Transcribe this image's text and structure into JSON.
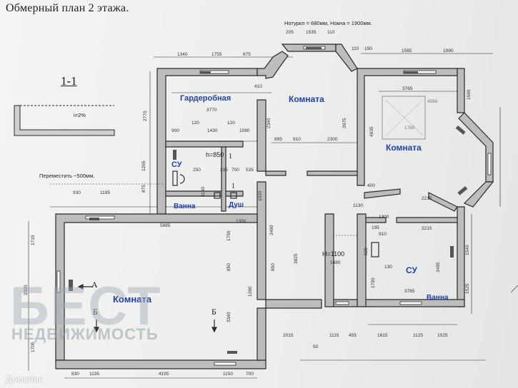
{
  "document": {
    "title": "Обмерный план 2 этажа.",
    "section_label": "1-1",
    "height_note": "Нотуркл = 680мм, Нокна = 1900мм.",
    "move_note": "Переместить ~500мм.",
    "slope_note": "i=2%",
    "sill_height_1": "h=850",
    "sill_height_2": "H=1100"
  },
  "rooms": {
    "wardrobe": "Гардеробная",
    "room_top": "Комната",
    "room_right": "Комната",
    "room_left": "Комната",
    "wc_left": "СУ",
    "bath_left": "Ванна",
    "shower": "Душ",
    "wc_right": "СУ",
    "bath_right": "Ванна"
  },
  "marks": {
    "a": "А",
    "b1": "Б",
    "b2": "Б",
    "one1": "1",
    "one2": "1"
  },
  "dims": {
    "d1340": "1340",
    "d1755": "1755",
    "d675": "675",
    "d205": "205",
    "d1535": "1535",
    "d110a": "110",
    "d110b": "110",
    "d190a": "190",
    "d1585": "1585",
    "d1990": "1990",
    "d410": "410",
    "d3770": "3770",
    "d2770": "2770",
    "d3765a": "3765",
    "d1590": "1590",
    "d900": "900",
    "d120a": "120",
    "d1430": "1430",
    "d120b": "120",
    "d1080": "1080",
    "d895": "895",
    "d910": "910",
    "d2300": "2300",
    "d3975": "3975",
    "d4935": "4935",
    "d1265": "1265",
    "d875": "875",
    "d250": "250",
    "d235": "235",
    "d700": "700",
    "d535": "535",
    "d1140": "1140",
    "d1020": "1020",
    "d930": "930",
    "d1195": "1195",
    "d5885": "5885",
    "d1350": "1350",
    "d3480": "3480",
    "d1750": "1750",
    "d3825": "3825",
    "d1715": "1715",
    "d2320": "2320",
    "d1705": "1705",
    "d850a": "850",
    "d850b": "850",
    "d1280": "1280",
    "d3340": "3340",
    "d2015": "2015",
    "d1115": "1115",
    "d455": "455",
    "d1615": "1615",
    "d1125": "1125",
    "d1025": "1025",
    "d830": "830",
    "d1135": "1135",
    "d4195": "4195",
    "d1150": "1150",
    "d700b": "700",
    "d50": "50",
    "d2215a": "2215",
    "d2215b": "2215",
    "d1300": "1300",
    "d910b": "910",
    "d195": "195",
    "d1680": "1680",
    "d825": "825",
    "d130": "130",
    "d1790": "1790",
    "d3495": "3495",
    "d1540": "1540",
    "d1525": "1525",
    "d3765b": "3765",
    "d400": "400",
    "d2340": "2340",
    "d1130": "1130",
    "d4565": "4565",
    "d1760": "1760"
  },
  "colors": {
    "wall": "#2a2a2a",
    "room_label": "#1f3fb8",
    "watermark": "#9aa3ad"
  },
  "watermark": {
    "big": "БЕСТ",
    "sub": "НЕДВИЖИМОСТЬ",
    "domclick": "Домклик"
  }
}
